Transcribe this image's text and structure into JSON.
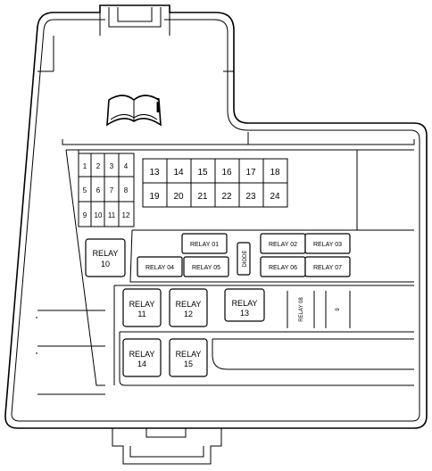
{
  "diagram": {
    "small_fuses": [
      "1",
      "2",
      "3",
      "4",
      "5",
      "6",
      "7",
      "8",
      "9",
      "10",
      "11",
      "12"
    ],
    "mid_fuses": [
      "13",
      "14",
      "15",
      "16",
      "17",
      "18",
      "19",
      "20",
      "21",
      "22",
      "23",
      "24"
    ],
    "relay_10": [
      "RELAY",
      "10"
    ],
    "relay_01": "RELAY 01",
    "relay_04": "RELAY 04",
    "relay_05": "RELAY 05",
    "diode": "DIODE",
    "relay_02": "RELAY 02",
    "relay_03": "RELAY 03",
    "relay_06": "RELAY 06",
    "relay_07": "RELAY 07",
    "relay_11": [
      "RELAY",
      "11"
    ],
    "relay_12": [
      "RELAY",
      "12"
    ],
    "relay_13": [
      "RELAY",
      "13"
    ],
    "relay_08": "RELAY 08",
    "fuse_9": "9",
    "relay_14": [
      "RELAY",
      "14"
    ],
    "relay_15": [
      "RELAY",
      "15"
    ],
    "manual_icon": "owner-manual-info-icon"
  }
}
